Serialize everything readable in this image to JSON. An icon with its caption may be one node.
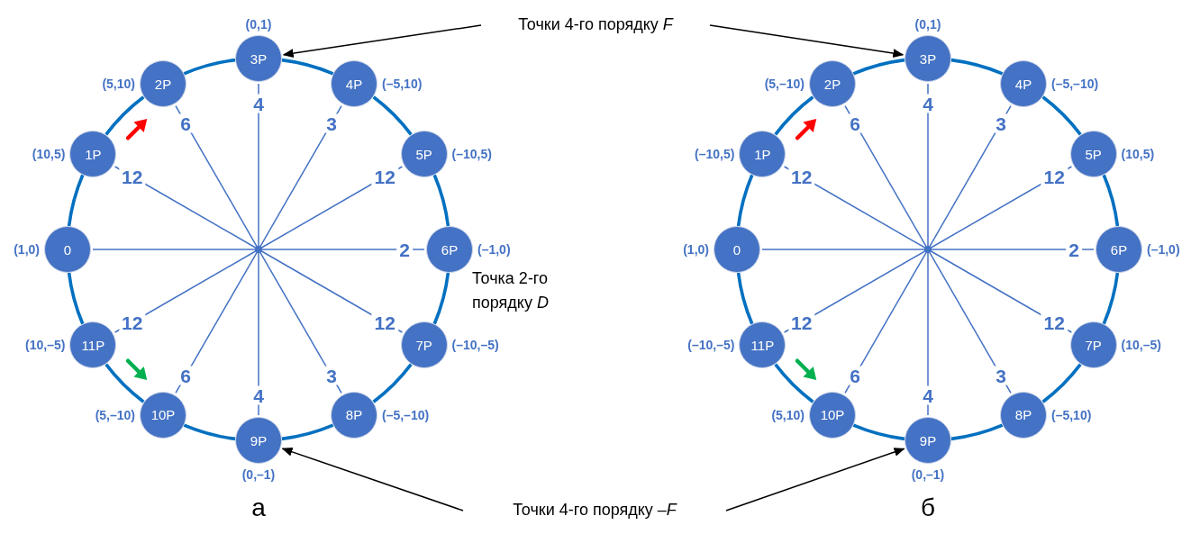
{
  "diagram": {
    "nodes": [
      {
        "text": [
          "Точки 4-го порядку *F*"
        ]
      },
      {
        "text": [],
        "shape": "dot"
      },
      {
        "text": [
          "0"
        ],
        "beside": [
          "(1,0)"
        ]
      },
      {
        "text": [
          "1P"
        ],
        "beside": [
          "(10,5)"
        ]
      },
      {
        "text": [
          "2P"
        ],
        "beside": [
          "(5,10)"
        ]
      },
      {
        "text": [
          "3P"
        ],
        "beside": [
          "(0,1)"
        ]
      },
      {
        "text": [
          "4P"
        ],
        "beside": [
          "(–5,10)"
        ]
      },
      {
        "text": [
          "5P"
        ],
        "beside": [
          "(–10,5)"
        ]
      },
      {
        "text": [
          "6P"
        ],
        "beside": [
          "(–1,0)"
        ]
      },
      {
        "text": [
          "7P"
        ],
        "beside": [
          "(–10,–5)"
        ]
      },
      {
        "text": [
          "8P"
        ],
        "beside": [
          "(–5,–10)"
        ]
      },
      {
        "text": [
          "9P"
        ],
        "beside": [
          "(0,–1)"
        ]
      },
      {
        "text": [
          "10P"
        ],
        "beside": [
          "(5,–10)"
        ]
      },
      {
        "text": [
          "11P"
        ],
        "beside": [
          "(10,–5)"
        ]
      },
      {
        "text": [],
        "shape": "dot"
      },
      {
        "text": [
          "0"
        ],
        "beside": [
          "(1,0)"
        ]
      },
      {
        "text": [
          "1P"
        ],
        "beside": [
          "(–10,5)"
        ]
      },
      {
        "text": [
          "2P"
        ],
        "beside": [
          "(5,–10)"
        ]
      },
      {
        "text": [
          "3P"
        ],
        "beside": [
          "(0,1)"
        ]
      },
      {
        "text": [
          "4P"
        ],
        "beside": [
          "(–5,–10)"
        ]
      },
      {
        "text": [
          "5P"
        ],
        "beside": [
          "(10,5)"
        ]
      },
      {
        "text": [
          "6P"
        ],
        "beside": [
          "(–1,0)"
        ]
      },
      {
        "text": [
          "7P"
        ],
        "beside": [
          "(10,–5)"
        ]
      },
      {
        "text": [
          "8P"
        ],
        "beside": [
          "(–5,10)"
        ]
      },
      {
        "text": [
          "9P"
        ],
        "beside": [
          "(0,–1)"
        ]
      },
      {
        "text": [
          "10P"
        ],
        "beside": [
          "(5,10)"
        ]
      },
      {
        "text": [
          "11P"
        ],
        "beside": [
          "(–10,–5)"
        ]
      },
      {
        "text": [
          "Точки 4-го порядку –*F*"
        ]
      }
    ],
    "edges": [
      {
        "from": 2,
        "to": 3,
        "arrow": "none",
        "style": "thick",
        "color": "#0070c0"
      },
      {
        "from": 3,
        "to": 4,
        "arrow": "none",
        "style": "thick",
        "color": "#0070c0"
      },
      {
        "from": 4,
        "to": 5,
        "arrow": "none",
        "style": "thick",
        "color": "#0070c0"
      },
      {
        "from": 5,
        "to": 6,
        "arrow": "none",
        "style": "thick",
        "color": "#0070c0"
      },
      {
        "from": 6,
        "to": 7,
        "arrow": "none",
        "style": "thick",
        "color": "#0070c0"
      },
      {
        "from": 7,
        "to": 8,
        "arrow": "none",
        "style": "thick",
        "color": "#0070c0"
      },
      {
        "from": 8,
        "to": 9,
        "arrow": "none",
        "style": "thick",
        "color": "#0070c0"
      },
      {
        "from": 9,
        "to": 10,
        "arrow": "none",
        "style": "thick",
        "color": "#0070c0"
      },
      {
        "from": 10,
        "to": 11,
        "arrow": "none",
        "style": "thick",
        "color": "#0070c0"
      },
      {
        "from": 11,
        "to": 12,
        "arrow": "none",
        "style": "thick",
        "color": "#0070c0"
      },
      {
        "from": 12,
        "to": 13,
        "arrow": "none",
        "style": "thick",
        "color": "#0070c0"
      },
      {
        "from": 13,
        "to": 2,
        "arrow": "none",
        "style": "thick",
        "color": "#0070c0"
      },
      {
        "from": 1,
        "to": 2,
        "arrow": "none"
      },
      {
        "from": 1,
        "to": 3,
        "arrow": "none",
        "label": "12"
      },
      {
        "from": 1,
        "to": 4,
        "arrow": "none",
        "label": "6"
      },
      {
        "from": 1,
        "to": 5,
        "arrow": "none",
        "label": "4"
      },
      {
        "from": 1,
        "to": 6,
        "arrow": "none",
        "label": "3"
      },
      {
        "from": 1,
        "to": 7,
        "arrow": "none",
        "label": "12"
      },
      {
        "from": 1,
        "to": 8,
        "arrow": "none",
        "label": "2"
      },
      {
        "from": 1,
        "to": 9,
        "arrow": "none",
        "label": "12"
      },
      {
        "from": 1,
        "to": 10,
        "arrow": "none",
        "label": "3"
      },
      {
        "from": 1,
        "to": 11,
        "arrow": "none",
        "label": "4"
      },
      {
        "from": 1,
        "to": 12,
        "arrow": "none",
        "label": "6"
      },
      {
        "from": 1,
        "to": 13,
        "arrow": "none",
        "label": "12"
      },
      {
        "from": 15,
        "to": 16,
        "arrow": "none",
        "style": "thick",
        "color": "#0070c0"
      },
      {
        "from": 16,
        "to": 17,
        "arrow": "none",
        "style": "thick",
        "color": "#0070c0"
      },
      {
        "from": 17,
        "to": 18,
        "arrow": "none",
        "style": "thick",
        "color": "#0070c0"
      },
      {
        "from": 18,
        "to": 19,
        "arrow": "none",
        "style": "thick",
        "color": "#0070c0"
      },
      {
        "from": 19,
        "to": 20,
        "arrow": "none",
        "style": "thick",
        "color": "#0070c0"
      },
      {
        "from": 20,
        "to": 21,
        "arrow": "none",
        "style": "thick",
        "color": "#0070c0"
      },
      {
        "from": 21,
        "to": 22,
        "arrow": "none",
        "style": "thick",
        "color": "#0070c0"
      },
      {
        "from": 22,
        "to": 23,
        "arrow": "none",
        "style": "thick",
        "color": "#0070c0"
      },
      {
        "from": 23,
        "to": 24,
        "arrow": "none",
        "style": "thick",
        "color": "#0070c0"
      },
      {
        "from": 24,
        "to": 25,
        "arrow": "none",
        "style": "thick",
        "color": "#0070c0"
      },
      {
        "from": 25,
        "to": 26,
        "arrow": "none",
        "style": "thick",
        "color": "#0070c0"
      },
      {
        "from": 26,
        "to": 15,
        "arrow": "none",
        "style": "thick",
        "color": "#0070c0"
      },
      {
        "from": 14,
        "to": 15,
        "arrow": "none"
      },
      {
        "from": 14,
        "to": 16,
        "arrow": "none",
        "label": "12"
      },
      {
        "from": 14,
        "to": 17,
        "arrow": "none",
        "label": "6"
      },
      {
        "from": 14,
        "to": 18,
        "arrow": "none",
        "label": "4"
      },
      {
        "from": 14,
        "to": 19,
        "arrow": "none",
        "label": "3"
      },
      {
        "from": 14,
        "to": 20,
        "arrow": "none",
        "label": "12"
      },
      {
        "from": 14,
        "to": 21,
        "arrow": "none",
        "label": "2"
      },
      {
        "from": 14,
        "to": 22,
        "arrow": "none",
        "label": "12"
      },
      {
        "from": 14,
        "to": 23,
        "arrow": "none",
        "label": "3"
      },
      {
        "from": 14,
        "to": 24,
        "arrow": "none",
        "label": "4"
      },
      {
        "from": 14,
        "to": 25,
        "arrow": "none",
        "label": "6"
      },
      {
        "from": 14,
        "to": 26,
        "arrow": "none",
        "label": "12"
      },
      {
        "from": 0,
        "to": 5,
        "arrow": "to",
        "color": "#000000"
      },
      {
        "from": 0,
        "to": 18,
        "arrow": "to",
        "color": "#000000"
      },
      {
        "from": 27,
        "to": 11,
        "arrow": "to",
        "color": "#000000"
      },
      {
        "from": 27,
        "to": 24,
        "arrow": "to",
        "color": "#000000"
      }
    ],
    "labels": [
      "Точка 2-го порядку *D*",
      "а",
      "б"
    ]
  }
}
